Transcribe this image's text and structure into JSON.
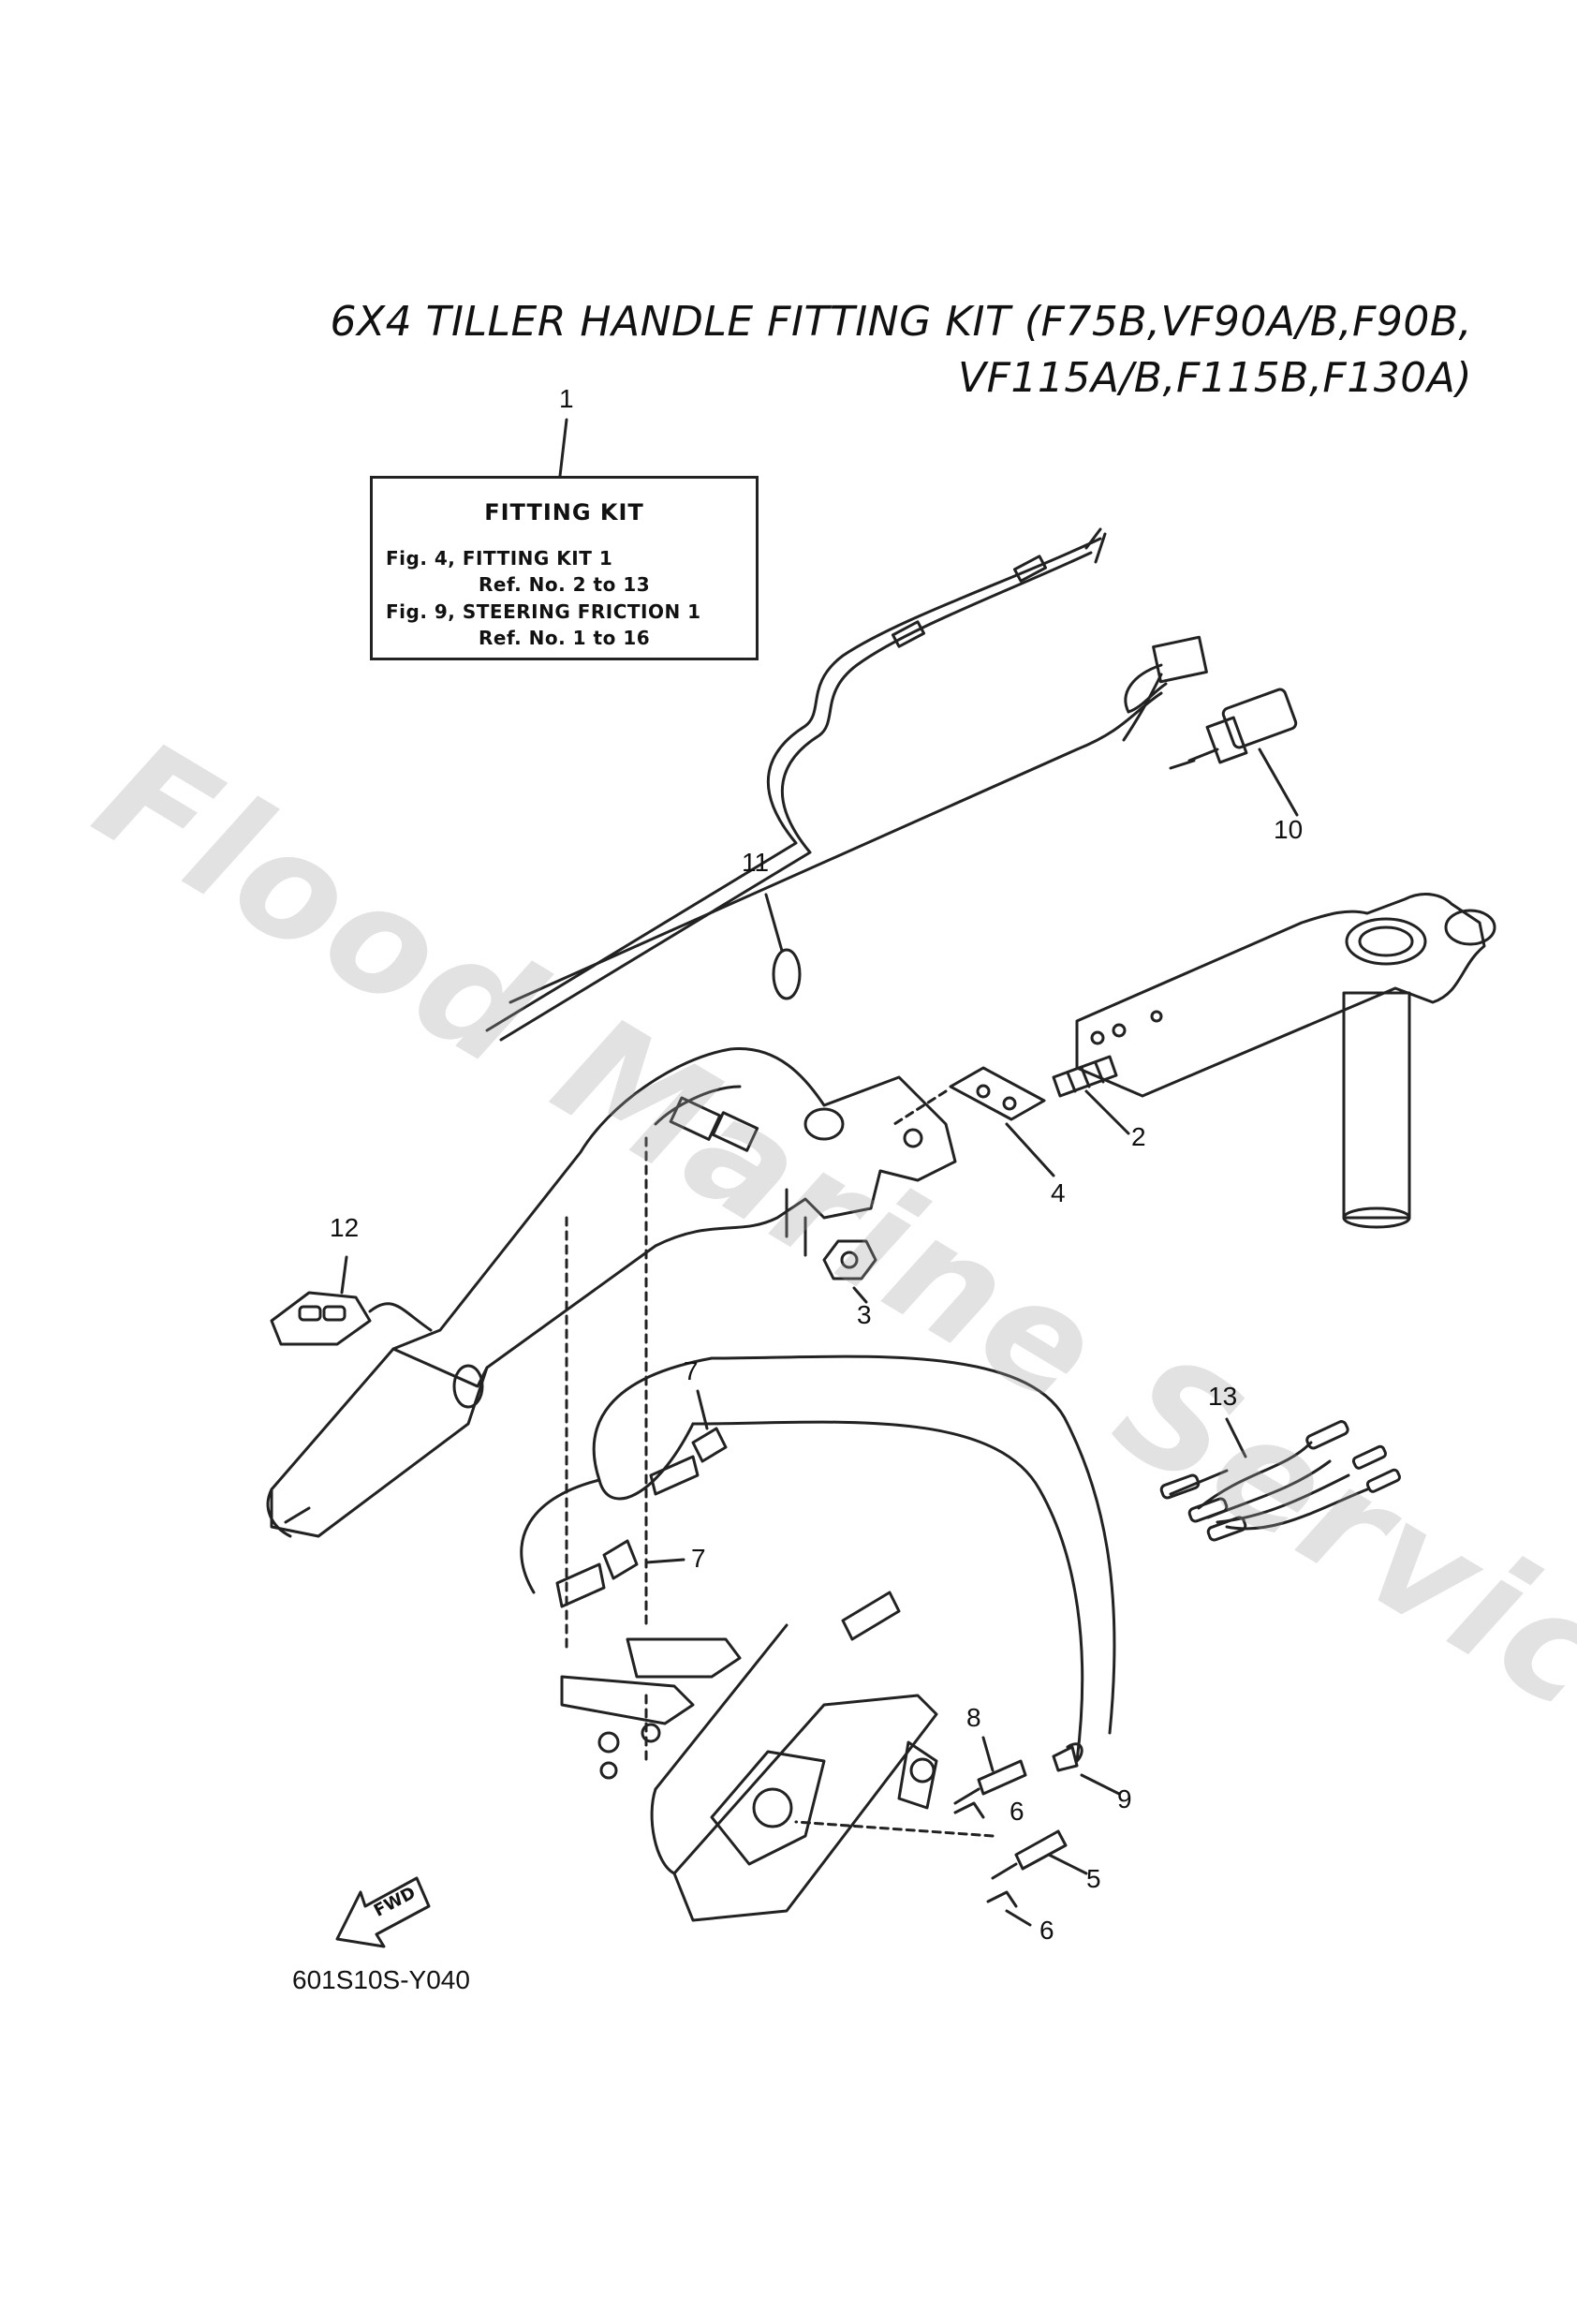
{
  "title": {
    "line1": "6X4 TILLER HANDLE FITTING KIT (F75B,VF90A/B,F90B,",
    "line2": "VF115A/B,F115B,F130A)"
  },
  "callout_box": {
    "heading": "FITTING KIT",
    "line1": "Fig. 4, FITTING KIT 1",
    "line2": "Ref. No. 2 to 13",
    "line3": "Fig. 9, STEERING FRICTION 1",
    "line4": "Ref. No. 1 to 16"
  },
  "ref_numbers": {
    "n1": "1",
    "n2": "2",
    "n3": "3",
    "n4": "4",
    "n5": "5",
    "n6a": "6",
    "n6b": "6",
    "n7a": "7",
    "n7b": "7",
    "n8": "8",
    "n9": "9",
    "n10": "10",
    "n11": "11",
    "n12": "12",
    "n13": "13"
  },
  "fwd_label": "FWD",
  "diagram_code": "601S10S-Y040",
  "watermark": "Flood Marine Services"
}
